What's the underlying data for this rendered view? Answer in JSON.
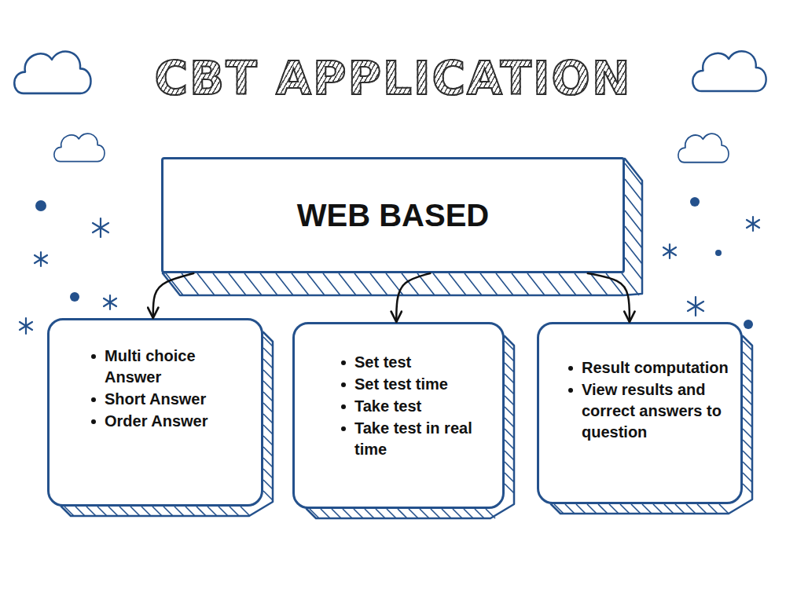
{
  "diagram": {
    "title": "CBT APPLICATION",
    "nodes": [
      {
        "text": [
          "WEB BASED"
        ]
      },
      {
        "text": [
          "Multi choice Answer",
          "Short Answer",
          "Order Answer"
        ]
      },
      {
        "text": [
          "Set test",
          "Set test time",
          "Take test",
          "Take test in real time"
        ]
      },
      {
        "text": [
          "Result computation",
          "View results and correct answers to question"
        ]
      }
    ],
    "edges": [
      {
        "from": 0,
        "to": 1,
        "arrow": "to"
      },
      {
        "from": 0,
        "to": 2,
        "arrow": "to"
      },
      {
        "from": 0,
        "to": 3,
        "arrow": "to"
      }
    ]
  }
}
